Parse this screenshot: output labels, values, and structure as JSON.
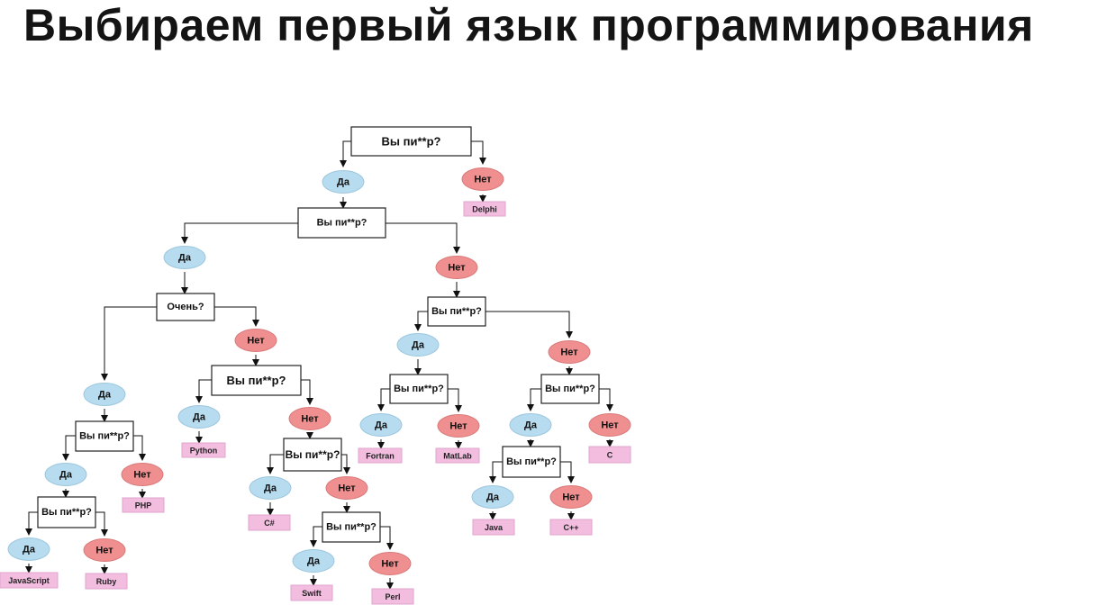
{
  "title": "Выбираем первый язык программирования",
  "colors": {
    "yes": "#b7dbef",
    "no": "#ef8f8f",
    "leaf": "#f3bde0",
    "line": "#111111",
    "box_border": "#222222"
  },
  "labels": {
    "yes": "Да",
    "no": "Нет"
  },
  "questions": {
    "q1": "Вы пи**р?",
    "q2": "Вы пи**р?",
    "q3": "Очень?",
    "q4": "Вы пи**р?",
    "q5": "Вы пи**р?",
    "q6": "Вы пи**р?",
    "q7": "Вы пи**р?",
    "q8": "Вы пи**р?",
    "q9": "Вы пи**р?",
    "q10": "Вы пи**р?",
    "q11": "Вы пи**р?",
    "q12": "Вы пи**р?"
  },
  "languages": {
    "delphi": "Delphi",
    "python": "Python",
    "fortran": "Fortran",
    "matlab": "MatLab",
    "c": "C",
    "php": "PHP",
    "csharp": "C#",
    "java": "Java",
    "cpp": "C++",
    "javascript": "JavaScript",
    "ruby": "Ruby",
    "swift": "Swift",
    "perl": "Perl"
  }
}
